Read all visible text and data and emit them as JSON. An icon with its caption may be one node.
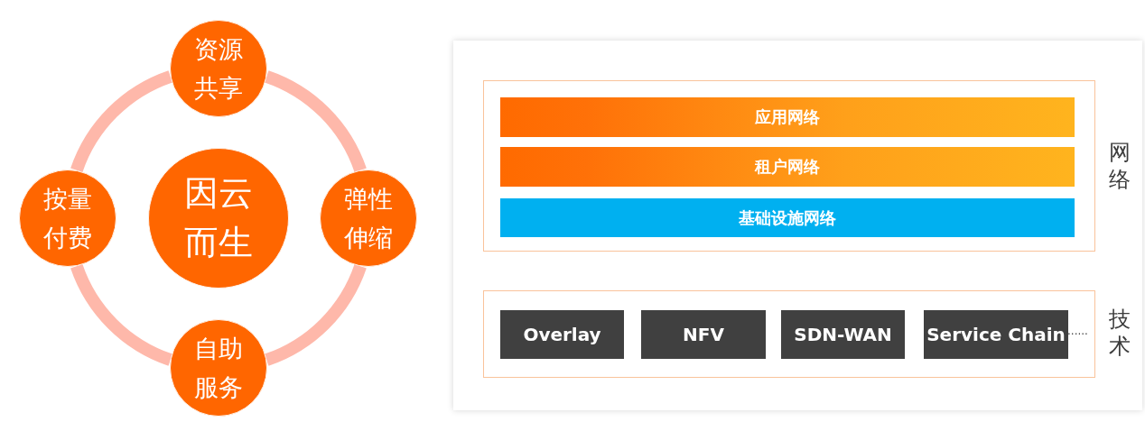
{
  "diagram": {
    "nodes": [
      {
        "text": [
          "资源共享"
        ]
      },
      {
        "text": [
          "按量付费"
        ]
      },
      {
        "text": [
          "因云而生"
        ]
      },
      {
        "text": [
          "弹性伸缩"
        ]
      },
      {
        "text": [
          "自助服务"
        ]
      },
      {
        "text": [
          "网络"
        ]
      },
      {
        "text": [
          "应用网络"
        ],
        "in": 5
      },
      {
        "text": [
          "租户网络"
        ],
        "in": 5
      },
      {
        "text": [
          "基础设施网络"
        ],
        "in": 5
      },
      {
        "text": [
          "技术"
        ]
      },
      {
        "text": [
          "Overlay"
        ],
        "in": 9
      },
      {
        "text": [
          "NFV"
        ],
        "in": 9
      },
      {
        "text": [
          "SDN-WAN"
        ],
        "in": 9
      },
      {
        "text": [
          "Service Chain"
        ],
        "in": 9
      }
    ],
    "edges": [
      {
        "from": 0,
        "to": 3,
        "arrow": "none"
      },
      {
        "from": 3,
        "to": 4,
        "arrow": "none"
      },
      {
        "from": 4,
        "to": 1,
        "arrow": "none"
      },
      {
        "from": 1,
        "to": 0,
        "arrow": "none"
      }
    ],
    "labels": [
      "......"
    ]
  }
}
